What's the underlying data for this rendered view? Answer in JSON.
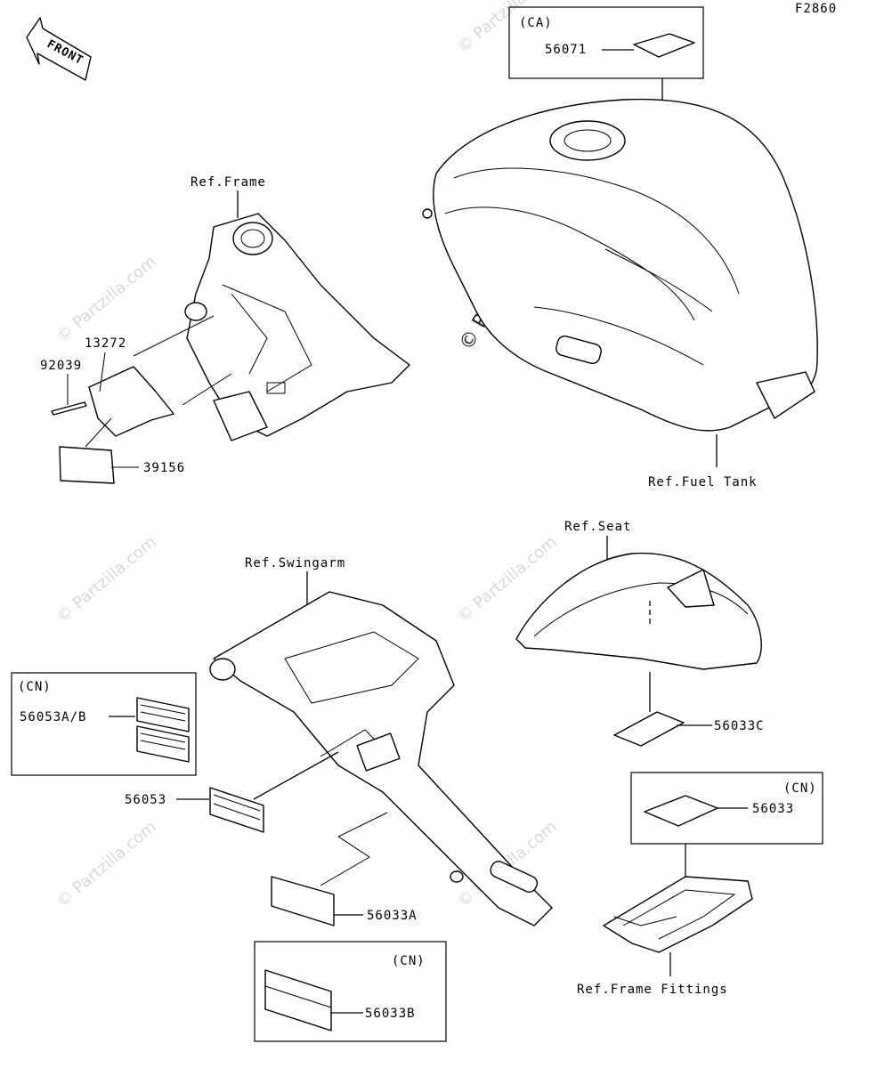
{
  "figure_code": "F2860",
  "front_label": "FRONT",
  "watermark": "© Partzilla.com",
  "references": {
    "frame": "Ref.Frame",
    "fuel_tank": "Ref.Fuel Tank",
    "swingarm": "Ref.Swingarm",
    "seat": "Ref.Seat",
    "frame_fittings": "Ref.Frame Fittings"
  },
  "region_codes": {
    "ca": "(CA)",
    "cn_left": "(CN)",
    "cn_right": "(CN)",
    "cn_bottom": "(CN)"
  },
  "parts": {
    "p56071": "56071",
    "p13272": "13272",
    "p92039": "92039",
    "p39156": "39156",
    "p56053ab": "56053A/B",
    "p56053": "56053",
    "p56033a": "56033A",
    "p56033b": "56033B",
    "p56033c": "56033C",
    "p56033": "56033"
  }
}
